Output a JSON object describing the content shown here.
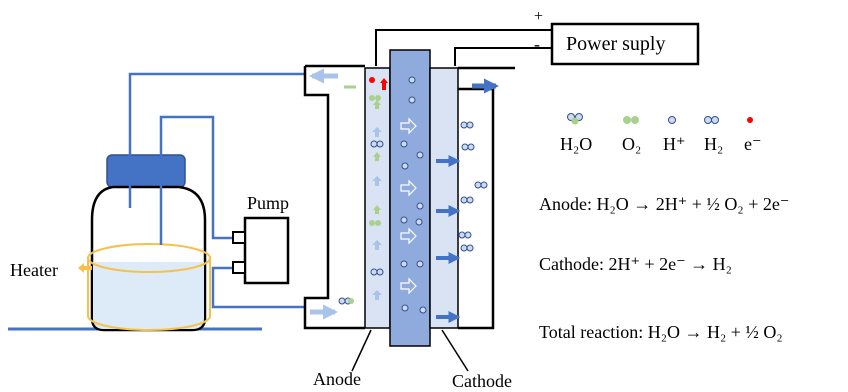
{
  "power_supply": {
    "label": "Power suply",
    "plus": "+",
    "minus": "-"
  },
  "pump": {
    "label": "Pump"
  },
  "heater": {
    "label": "Heater"
  },
  "electrodes": {
    "anode": "Anode",
    "cathode": "Cathode"
  },
  "legend": {
    "h2o": "H₂O",
    "o2": "O₂",
    "h_plus": "H⁺",
    "h2": "H₂",
    "electron": "e⁻"
  },
  "reactions": {
    "anode": "Anode: H₂O → 2H⁺ + ½ O₂ + 2e⁻",
    "cathode": "Cathode: 2H⁺ + 2e⁻ → H₂",
    "total": "Total reaction: H₂O → H₂ + ½ O₂"
  },
  "colors": {
    "pipe": "#4472c4",
    "membrane": "#8faadc",
    "chamber": "#dae3f3",
    "water": "#dcebf7",
    "heater": "#f5c14a",
    "arrow_light": "#a9c4ea",
    "o2_green": "#a9d18e",
    "electron_red": "#ff0000"
  }
}
